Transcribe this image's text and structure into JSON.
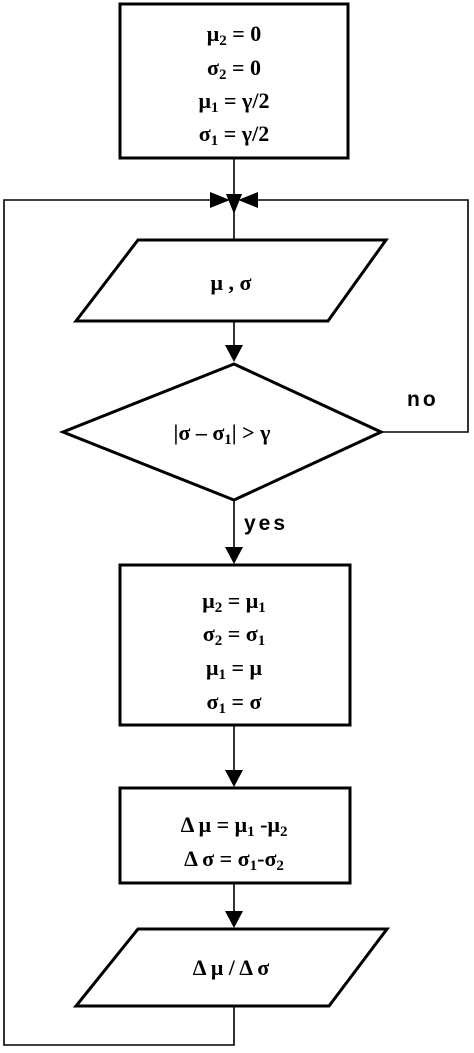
{
  "diagram": {
    "init": {
      "line1": {
        "main": "μ",
        "sub": "2",
        "rest": " =  0"
      },
      "line2": {
        "main": "σ",
        "sub": "2",
        "rest": " =  0"
      },
      "line3": {
        "main": "μ",
        "sub": "1",
        "rest": " =  γ/2"
      },
      "line4": {
        "main": "σ",
        "sub": "1",
        "rest": " =  γ/2"
      }
    },
    "input1": {
      "text": "μ  ,  σ"
    },
    "decision": {
      "pre": "|σ  –  σ",
      "sub": "1",
      "post": "|  >  γ"
    },
    "update": {
      "line1": {
        "a": "μ",
        "asub": "2",
        "mid": " =  μ",
        "bsub": "1"
      },
      "line2": {
        "a": "σ",
        "asub": "2",
        "mid": " =  σ",
        "bsub": "1"
      },
      "line3": {
        "a": "μ",
        "asub": "1",
        "mid": " =  μ"
      },
      "line4": {
        "a": "σ",
        "asub": "1",
        "mid": " =  σ"
      }
    },
    "delta": {
      "line1": {
        "pre": "Δ μ  =  μ",
        "sub1": "1",
        "mid": "  -μ",
        "sub2": "2"
      },
      "line2": {
        "pre": "Δ σ  =  σ",
        "sub1": "1",
        "mid": "-σ",
        "sub2": "2"
      }
    },
    "output": {
      "text": "Δ μ  /  Δ σ"
    },
    "edges": {
      "no_label": "no",
      "yes_label": "yes"
    }
  }
}
